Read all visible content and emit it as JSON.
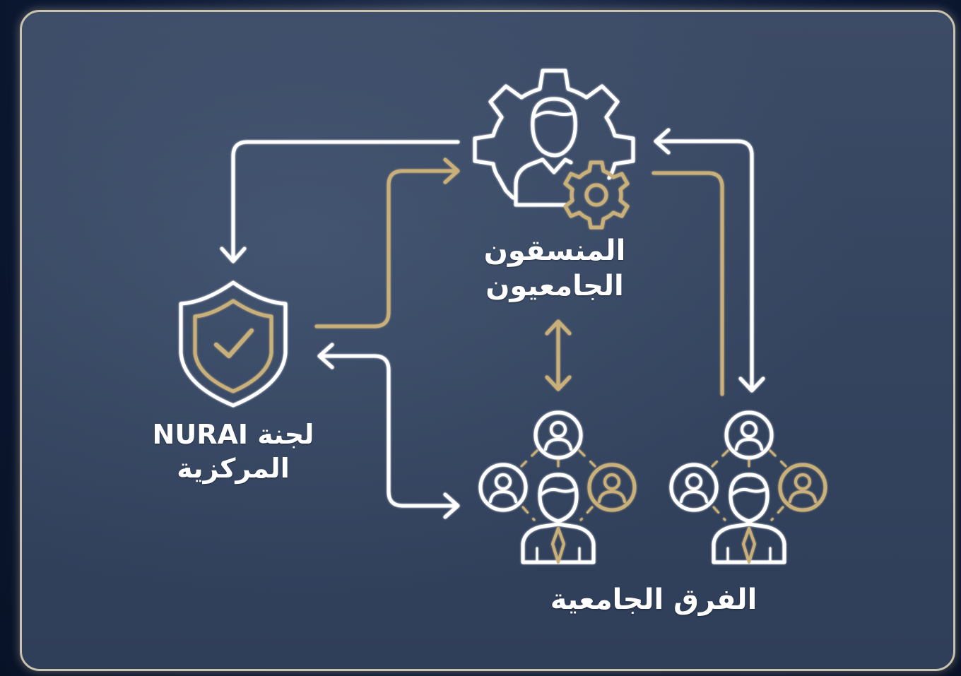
{
  "diagram": {
    "nodes": {
      "coordinators": {
        "label": "المنسقون\nالجامعيون",
        "icon": "gear-person-icon"
      },
      "committee": {
        "label": "لجنة NURAI\nالمركزية",
        "icon": "shield-check-icon"
      },
      "teams": {
        "label": "الفرق الجامعية",
        "icon": "team-network-icon"
      }
    },
    "colors": {
      "white_line": "#ffffff",
      "gold_line": "#c9b07a",
      "panel_bg": "#35445f",
      "frame": "#c8c2ae"
    }
  }
}
